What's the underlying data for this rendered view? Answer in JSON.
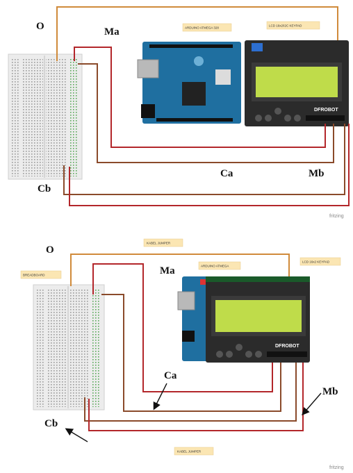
{
  "top": {
    "label_O": "O",
    "label_Ma": "Ma",
    "label_Ca": "Ca",
    "label_Mb": "Mb",
    "label_Cb": "Cb",
    "arduino_tag": "ARDUINO ATMEGA 328",
    "lcd_tag": "LCD 16x2/I2C KEYPAD",
    "dfrobot_text": "DFROBOT",
    "fritzing": "fritzing"
  },
  "bottom": {
    "label_O": "O",
    "label_Ma": "Ma",
    "label_Ca": "Ca",
    "label_Mb": "Mb",
    "label_Cb": "Cb",
    "breadboard_tag": "BREADBOARD",
    "kabel_tag_top": "KABEL JUMPER",
    "arduino_tag": "ARDUINO ATMEGA",
    "lcd_tag": "LCD 16x2 KEYPAD",
    "kabel_tag_bottom": "KABEL JUMPER",
    "dfrobot_text": "DFROBOT",
    "fritzing": "fritzing"
  },
  "colors": {
    "wire_orange": "#d08a3a",
    "wire_red": "#b3262a",
    "wire_brown": "#8a4a2a",
    "arduino_blue": "#1f6fa0",
    "lcd_green": "#bfdc4a",
    "shield_dark": "#2b2b2b",
    "breadboard": "#e9e9e9"
  }
}
